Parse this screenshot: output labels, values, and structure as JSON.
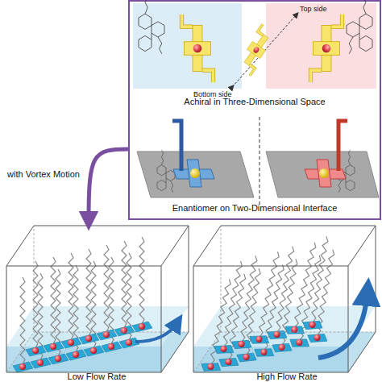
{
  "diagram": {
    "nodes": [
      {
        "text": [
          "Achiral in Three-Dimensional Space"
        ]
      },
      {
        "text": [
          "Enantiomer on Two-Dimensional Interface"
        ]
      },
      {
        "text": [
          "Low Flow Rate"
        ]
      },
      {
        "text": [
          "High Flow Rate"
        ]
      }
    ],
    "edges": [
      {
        "from": 1,
        "to": 2,
        "label": "with Vortex Motion",
        "arrow": "to"
      }
    ],
    "labels": [
      "Top side",
      "Bottom side"
    ]
  }
}
